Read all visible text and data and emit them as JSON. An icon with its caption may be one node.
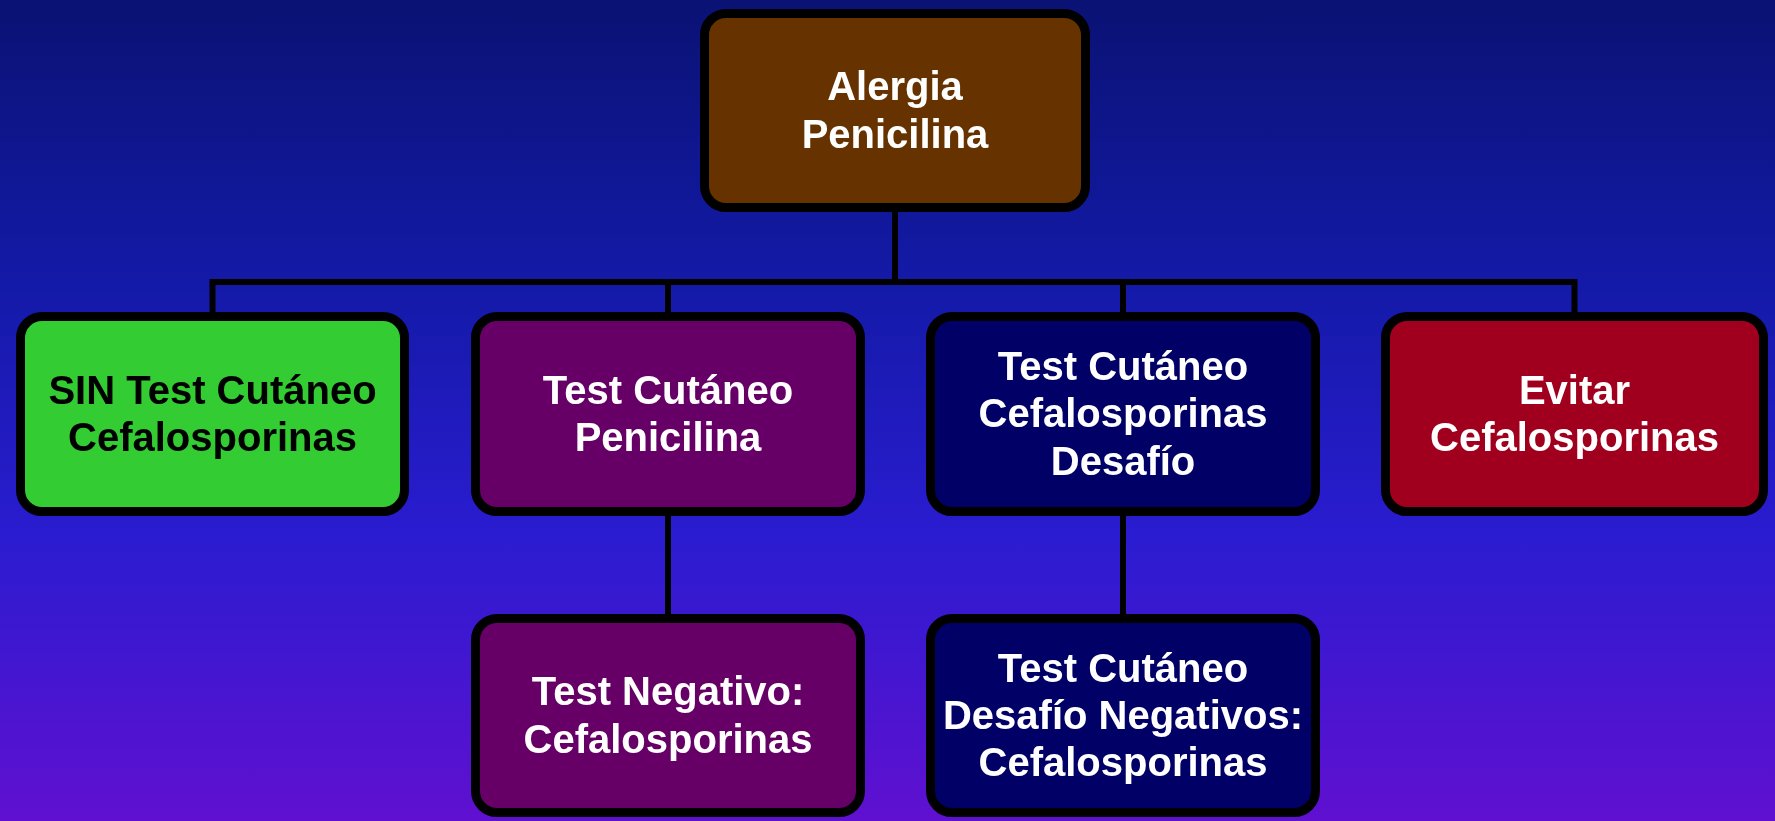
{
  "diagram": {
    "nodes": [
      {
        "text": [
          "Alergia Penicilina"
        ]
      },
      {
        "text": [
          "SIN Test Cutáneo Cefalosporinas"
        ]
      },
      {
        "text": [
          "Test Cutáneo Penicilina"
        ]
      },
      {
        "text": [
          "Test Cutáneo Cefalosporinas Desafío"
        ]
      },
      {
        "text": [
          "Evitar Cefalosporinas"
        ]
      },
      {
        "text": [
          "Test Negativo: Cefalosporinas"
        ]
      },
      {
        "text": [
          "Test Cutáneo Desafío Negativos: Cefalosporinas"
        ]
      }
    ],
    "edges": [
      {
        "from": 0,
        "to": 1,
        "arrow": "none"
      },
      {
        "from": 0,
        "to": 2,
        "arrow": "none"
      },
      {
        "from": 0,
        "to": 3,
        "arrow": "none"
      },
      {
        "from": 0,
        "to": 4,
        "arrow": "none"
      },
      {
        "from": 2,
        "to": 5,
        "arrow": "none"
      },
      {
        "from": 3,
        "to": 6,
        "arrow": "none"
      }
    ]
  }
}
